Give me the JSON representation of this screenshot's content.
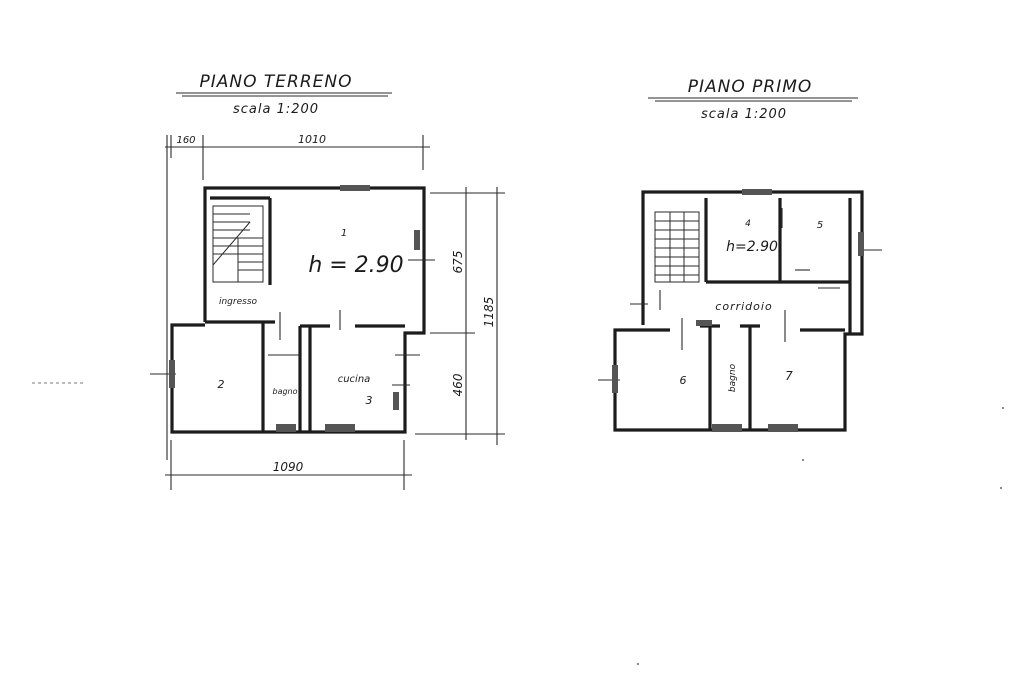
{
  "ground_floor": {
    "title": "PIANO TERRENO",
    "scale": "scala 1:200",
    "dimensions": {
      "left_offset": "160",
      "top_width": "1010",
      "bottom_width": "1090",
      "upper_depth": "675",
      "lower_depth": "460",
      "total_depth": "1185"
    },
    "height_label": "h = 2.90",
    "rooms": {
      "room_1": "1",
      "room_2": "2",
      "room_3": "3",
      "entrance": "ingresso",
      "bathroom": "bagno",
      "kitchen": "cucina"
    }
  },
  "first_floor": {
    "title": "PIANO PRIMO",
    "scale": "scala 1:200",
    "height_label": "h=2.90",
    "rooms": {
      "room_4": "4",
      "room_5": "5",
      "room_6": "6",
      "room_7": "7",
      "corridor": "corridoio",
      "bathroom": "bagno"
    }
  }
}
